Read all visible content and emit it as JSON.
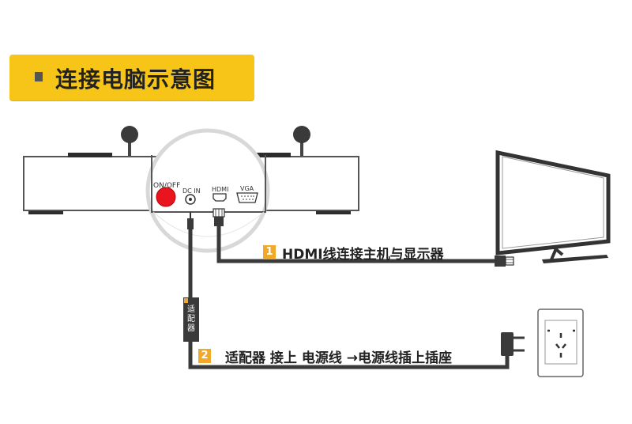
{
  "title": "连接电脑示意图",
  "ports": {
    "onoff": "ON/OFF",
    "dcin": "DC IN",
    "hdmi": "HDMI",
    "vga": "VGA"
  },
  "steps": [
    {
      "number": "1",
      "text": "HDMI线连接主机与显示器"
    },
    {
      "number": "2",
      "text": "适配器 接上 电源线 →电源线插上插座"
    }
  ],
  "adapter_label": "适配器",
  "colors": {
    "banner": "#f7c518",
    "step_badge": "#f0a928",
    "power_button": "#e8141e",
    "cable": "#3a3a3a"
  }
}
